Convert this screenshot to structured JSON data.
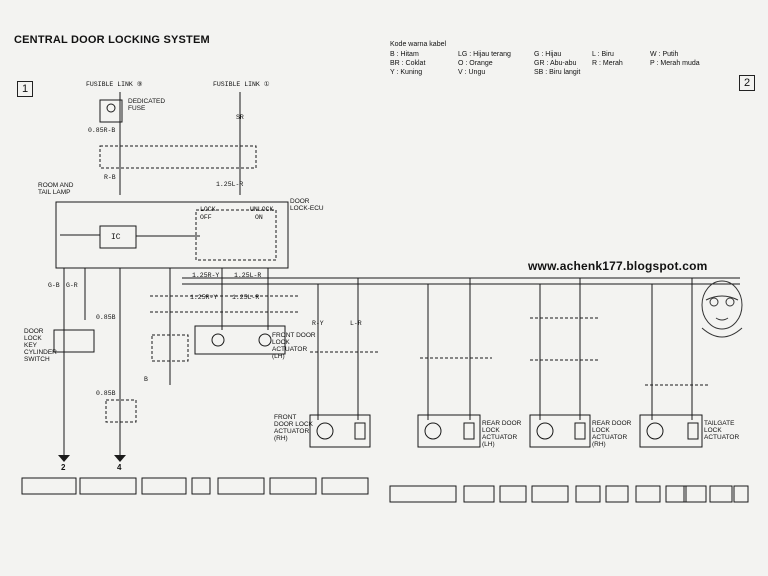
{
  "title": "CENTRAL DOOR LOCKING SYSTEM",
  "page_markers": {
    "left": "1",
    "right": "2"
  },
  "legend": {
    "title": "Kode warna kabel",
    "entries": [
      "B : Hitam",
      "LG : Hijau terang",
      "G : Hijau",
      "L : Biru",
      "W : Putih",
      "BR : Coklat",
      "O : Orange",
      "GR : Abu-abu",
      "R : Merah",
      "P : Merah muda",
      "Y : Kuning",
      "V : Ungu",
      "SB : Biru langit",
      "",
      ""
    ]
  },
  "watermark_url": "www.achenk177.blogspot.com",
  "labels": {
    "fusible_link_left": "FUSIBLE LINK ⑨",
    "fusible_link_right": "FUSIBLE LINK ①",
    "dedicated_fuse": "DEDICATED FUSE",
    "relay_box": "DOOR LOCK-ECU",
    "ic": "IC",
    "lock": "LOCK",
    "unlock": "UNLOCK",
    "off": "OFF",
    "on": "ON",
    "door_lock_key_cylinder_switch": "DOOR LOCK KEY CYLINDER SWITCH",
    "front_door_lock_actuator_lh": "FRONT DOOR LOCK ACTUATOR (LH)",
    "front_door_lock_actuator_rh": "FRONT DOOR LOCK ACTUATOR (RH)",
    "rear_door_lock_actuator_lh": "REAR DOOR LOCK ACTUATOR (LH)",
    "rear_door_lock_actuator_rh": "REAR DOOR LOCK ACTUATOR (RH)",
    "tailgate_lock_actuator": "TAILGATE LOCK ACTUATOR",
    "room_and_taillamp": "ROOM AND TAIL LAMP",
    "ground_left": "2",
    "ground_right": "4"
  },
  "wire_labels": [
    "0.85R-B",
    "SR",
    "R-B",
    "1.25L-R",
    "0.85B",
    "1.25R-Y",
    "1.25L-R",
    "1.25R-Y",
    "1.25L-R",
    "B",
    "0.85B",
    "G-B",
    "G-R",
    "R-Y",
    "L-R"
  ],
  "colors": {
    "line": "#1a1a1a",
    "background": "#f3f3f1"
  }
}
